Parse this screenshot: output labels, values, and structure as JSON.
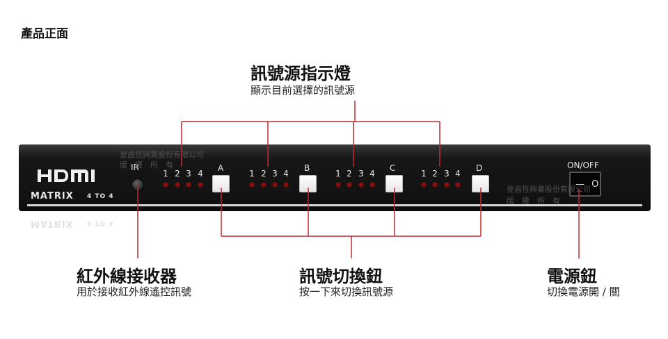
{
  "page": {
    "heading": "產品正面"
  },
  "callouts": {
    "indicator": {
      "title": "訊號源指示燈",
      "desc": "顯示目前選擇的訊號源"
    },
    "ir": {
      "title": "紅外線接收器",
      "desc": "用於接收紅外線遙控訊號"
    },
    "switch": {
      "title": "訊號切換鈕",
      "desc": "按一下來切換訊號源"
    },
    "power": {
      "title": "電源鈕",
      "desc": "切換電源開 / 關"
    }
  },
  "device": {
    "brand": "HDMI",
    "model": "MATRIX",
    "model_sub": "4 TO 4",
    "ir_label": "IR",
    "led_numbers": [
      "1",
      "2",
      "3",
      "4"
    ],
    "buttons": [
      "A",
      "B",
      "C",
      "D"
    ],
    "power_label": "ON/OFF",
    "power_symbols": "— O"
  },
  "watermark": {
    "company": "登昌恆興業股份有限公司",
    "rights": "版　權　所　有"
  },
  "colors": {
    "callout_line": "#c0282e",
    "led": "#8a0d0d",
    "device_body": "#141414"
  }
}
